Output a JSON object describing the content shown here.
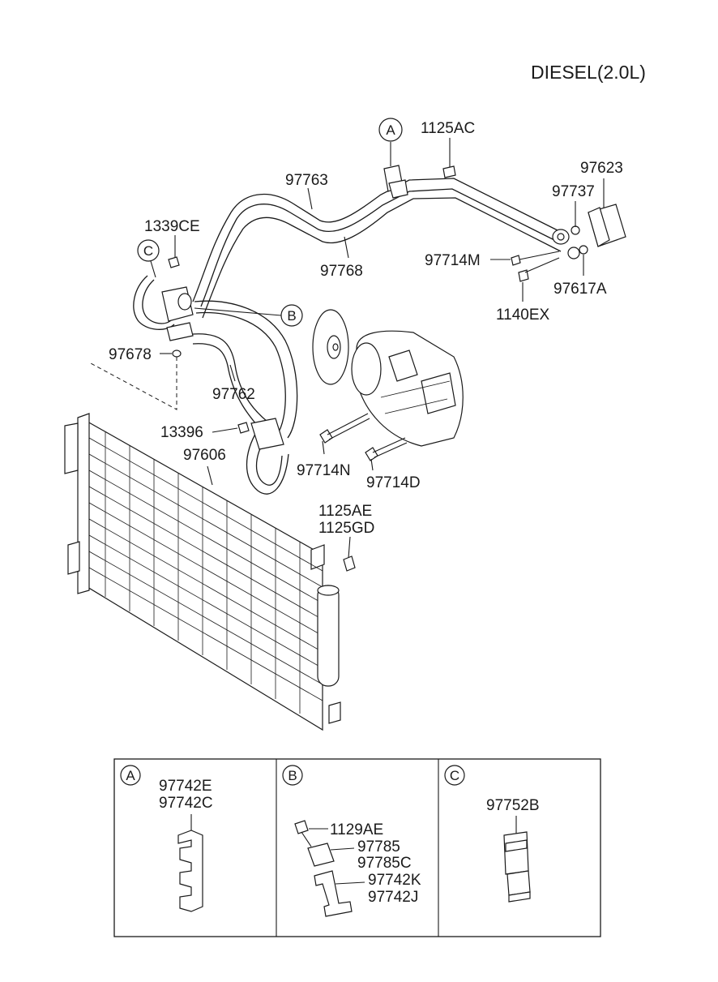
{
  "title": "DIESEL(2.0L)",
  "callouts": {
    "A": "A",
    "B": "B",
    "C": "C"
  },
  "labels": {
    "p1125AC": "1125AC",
    "p97623": "97623",
    "p97763": "97763",
    "p97737": "97737",
    "p1339CE": "1339CE",
    "p97768": "97768",
    "p97714M": "97714M",
    "p97617A": "97617A",
    "p1140EX": "1140EX",
    "p97678": "97678",
    "p97762": "97762",
    "p13396": "13396",
    "p97606": "97606",
    "p97714N": "97714N",
    "p97714D": "97714D",
    "p1125AE": "1125AE",
    "p1125GD": "1125GD"
  },
  "detail_boxes": [
    {
      "callout": "A",
      "labels": [
        "97742E",
        "97742C"
      ]
    },
    {
      "callout": "B",
      "labels": [
        "1129AE",
        "97785",
        "97785C",
        "97742K",
        "97742J"
      ]
    },
    {
      "callout": "C",
      "labels": [
        "97752B"
      ]
    }
  ]
}
